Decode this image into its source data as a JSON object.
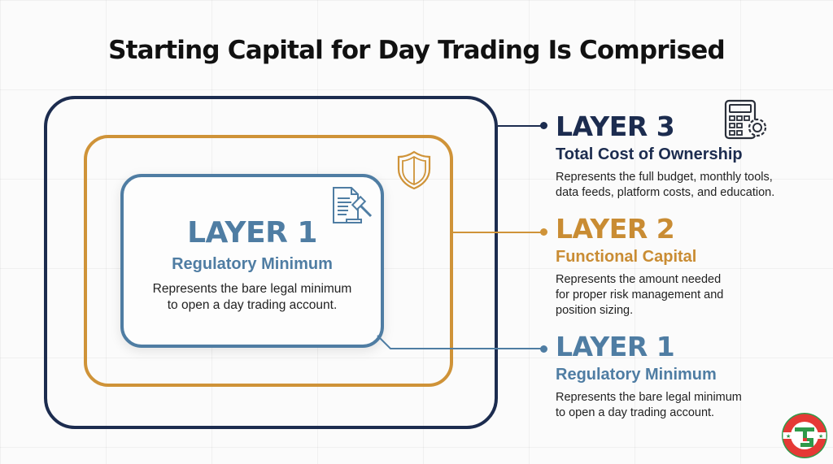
{
  "title": "Starting Capital for Day Trading Is Comprised",
  "colors": {
    "layer3": "#1c2c4f",
    "layer2": "#cf9338",
    "layer1": "#4f7da3",
    "text": "#222222",
    "background": "#fbfbfb"
  },
  "diagram": {
    "inner_box": {
      "heading": "LAYER 1",
      "subtitle": "Regulatory Minimum",
      "description_line1": "Represents the bare legal minimum",
      "description_line2": "to open a day trading account.",
      "icon": "document-gavel-icon"
    },
    "middle_box": {
      "icon": "shield-icon"
    },
    "outer_box": {}
  },
  "layers": [
    {
      "heading": "LAYER 3",
      "subtitle": "Total Cost of Ownership",
      "description_line1": "Represents the full budget, monthly tools,",
      "description_line2": "data feeds, platform costs, and education.",
      "icon": "calculator-gear-icon"
    },
    {
      "heading": "LAYER 2",
      "subtitle": "Functional Capital",
      "description_line1": "Represents the amount needed",
      "description_line2": "for proper risk management and",
      "description_line3": "position sizing."
    },
    {
      "heading": "LAYER 1",
      "subtitle": "Regulatory Minimum",
      "description_line1": "Represents the bare legal minimum",
      "description_line2": "to open a day trading account."
    }
  ],
  "logo": {
    "letter": "T",
    "icon": "brand-logo-icon"
  }
}
